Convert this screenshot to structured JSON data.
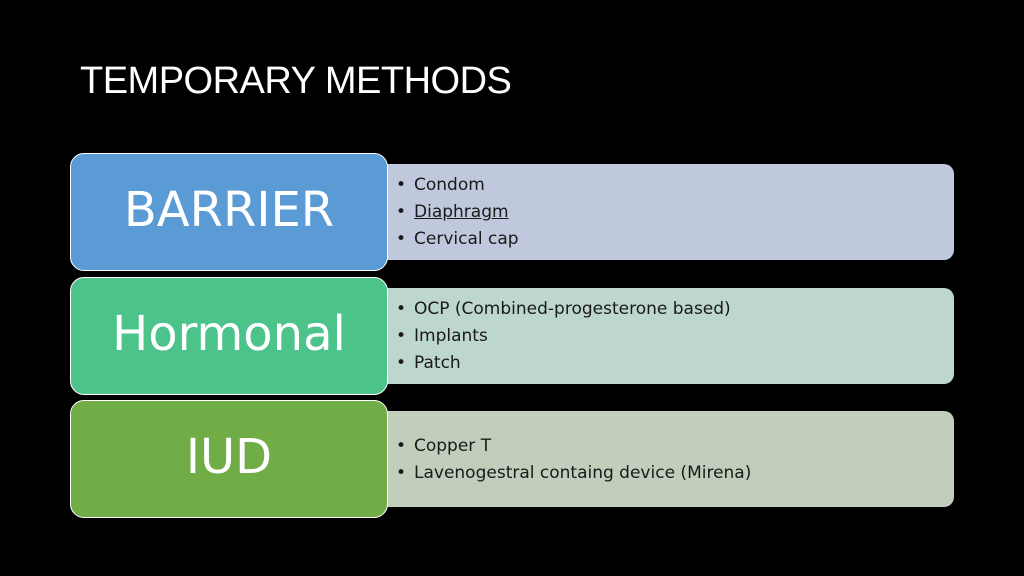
{
  "slide": {
    "title": "TEMPORARY METHODS"
  },
  "colors": {
    "background": "#000000",
    "barrier_label": "#5b9bd5",
    "barrier_detail": "#bfc8dc",
    "hormonal_label": "#4cc38a",
    "hormonal_detail": "#bdd6cf",
    "iud_label": "#70ad47",
    "iud_detail": "#c0cebb"
  },
  "categories": [
    {
      "label": "BARRIER",
      "items": [
        "Condom",
        "Diaphragm",
        "Cervical cap"
      ]
    },
    {
      "label": "Hormonal",
      "items": [
        "OCP (Combined-progesterone based)",
        "Implants",
        "Patch"
      ]
    },
    {
      "label": "IUD",
      "items": [
        "Copper T",
        "Lavenogestral containg device (Mirena)"
      ]
    }
  ]
}
